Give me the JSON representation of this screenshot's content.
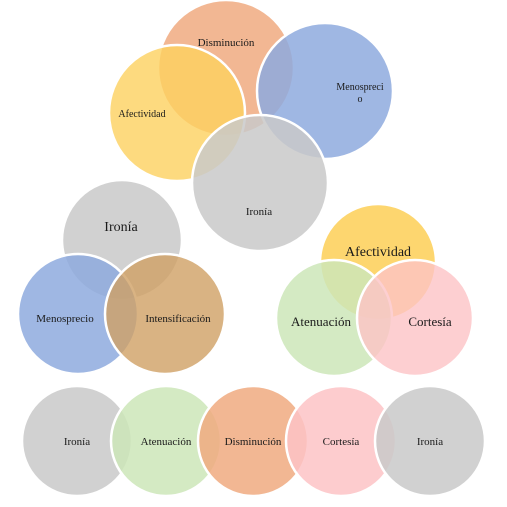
{
  "colors": {
    "gray": "#c9c9c9",
    "orange": "#f0aa80",
    "blue": "#8eaade",
    "yellow": "#fdd15f",
    "green": "#cde6b8",
    "pink": "#fdc3c6",
    "brown": "#cfa064"
  },
  "groups": {
    "top": {
      "disminucion": "Disminución",
      "menosprecio_line1": "Menospreci",
      "menosprecio_line2": "o",
      "afectividad": "Afectividad",
      "ironia": "Ironía"
    },
    "left": {
      "ironia": "Ironía",
      "menosprecio": "Menosprecio",
      "intensificacion": "Intensificación"
    },
    "right": {
      "afectividad": "Afectividad",
      "atenuacion": "Atenuación",
      "cortesia": "Cortesía"
    },
    "bottom": {
      "ironia_1": "Ironía",
      "atenuacion": "Atenuación",
      "disminucion": "Disminución",
      "cortesia": "Cortesía",
      "ironia_2": "Ironía"
    }
  }
}
